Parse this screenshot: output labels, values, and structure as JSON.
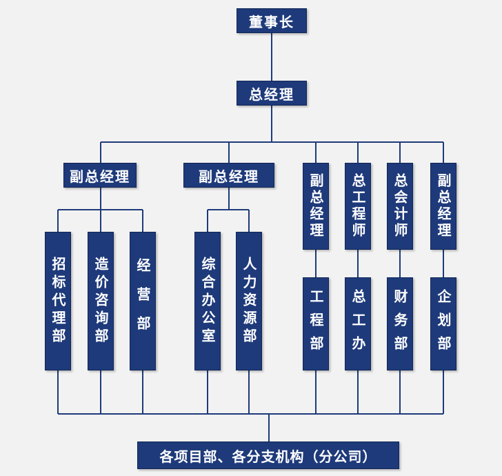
{
  "nodes": {
    "chairman": "董事长",
    "general_manager": "总经理",
    "deputy_gm_1": "副总经理",
    "deputy_gm_2": "副总经理",
    "deputy_gm_3": "副总经理",
    "chief_engineer": "总工程师",
    "chief_accountant": "总会计师",
    "deputy_gm_4": "副总经理",
    "dept_bidding_agency": "招标代理部",
    "dept_cost_consulting": "造价咨询部",
    "dept_operations": "经营部",
    "dept_general_office": "综合办公室",
    "dept_human_resources": "人力资源部",
    "dept_engineering": "工程部",
    "dept_chief_engineer_office": "总工办",
    "dept_finance": "财务部",
    "dept_planning": "企划部",
    "bottom_units": "各项目部、各分支机构（分公司）"
  },
  "colors": {
    "box_fill": "#1e3a7a",
    "box_text": "#ffffff",
    "connector": "#1e3a7a",
    "background": "#f2f2f2"
  }
}
